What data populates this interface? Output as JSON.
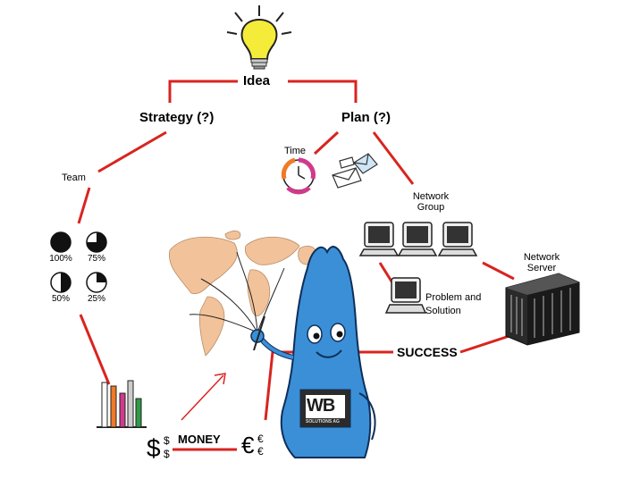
{
  "nodes": {
    "idea": "Idea",
    "strategy": "Strategy (?)",
    "plan": "Plan (?)",
    "team": "Team",
    "time": "Time",
    "network_group_line1": "Network",
    "network_group_line2": "Group",
    "network_server_line1": "Network",
    "network_server_line2": "Server",
    "problem_line1": "Problem and",
    "problem_line2": "Solution",
    "success": "SUCCESS",
    "money": "MONEY"
  },
  "pies": [
    {
      "label": "100%",
      "fraction": 1.0
    },
    {
      "label": "75%",
      "fraction": 0.75
    },
    {
      "label": "50%",
      "fraction": 0.5
    },
    {
      "label": "25%",
      "fraction": 0.25
    }
  ],
  "logo": {
    "text": "WB",
    "subtext": "SOLUTIONS AG"
  },
  "currency": {
    "dollar": "$",
    "euro": "€"
  },
  "colors": {
    "connector": "#d9241f",
    "mascot": "#3b8fd6",
    "map": "#f2c39a",
    "bulb": "#f5ec3a"
  }
}
